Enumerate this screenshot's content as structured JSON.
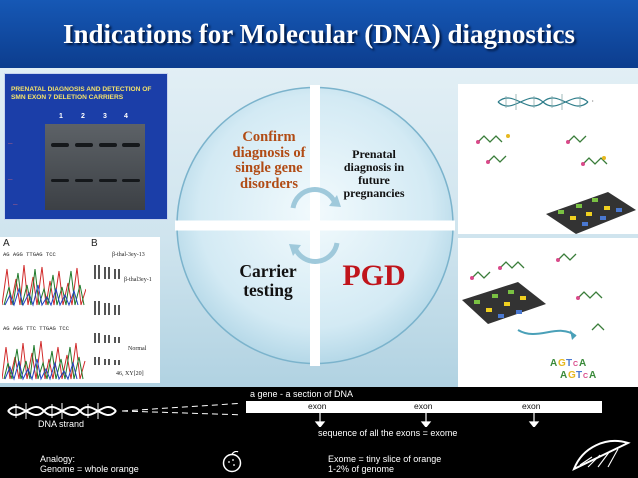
{
  "slide": {
    "title": "Indications for Molecular (DNA) diagnostics"
  },
  "gel_image": {
    "title": "PRENATAL DIAGNOSIS AND DETECTION OF SMN EXON 7 DELETION CARRIERS",
    "lanes": [
      "1",
      "2",
      "3",
      "4"
    ]
  },
  "chromatogram_image": {
    "panel_a": "A",
    "panel_b": "B",
    "karyotype_label_1": "β-thal-3ey-13",
    "karyotype_label_2": "β-thal3ey-1",
    "karyotype_label_3": "Normal",
    "karyotype_formula": "46, XY[20]",
    "sequence_top": "AG AGG TTGAG TCC",
    "sequence_bottom": "AG AGG TTC TTGAG TCC"
  },
  "circle": {
    "confirm": "Confirm diagnosis of single gene disorders",
    "prenatal": "Prenatal diagnosis in future pregnancies",
    "carrier": "Carrier testing",
    "pgd": "PGD"
  },
  "bottom_band": {
    "gene_label": "a gene - a section of DNA",
    "exons": [
      "exon",
      "exon",
      "exon"
    ],
    "strand_label": "DNA strand",
    "sequence_label": "sequence of all the exons = exome",
    "analogy_label": "Analogy:",
    "genome_label": "Genome = whole orange",
    "exome_label": "Exome = tiny slice of orange",
    "exome_percent": "1-2% of genome"
  },
  "colors": {
    "title_bar": "#0c3d8e",
    "circle_fill": "#d6ecf4",
    "pgd_text": "#c0141b",
    "confirm_text": "#b14b14"
  }
}
